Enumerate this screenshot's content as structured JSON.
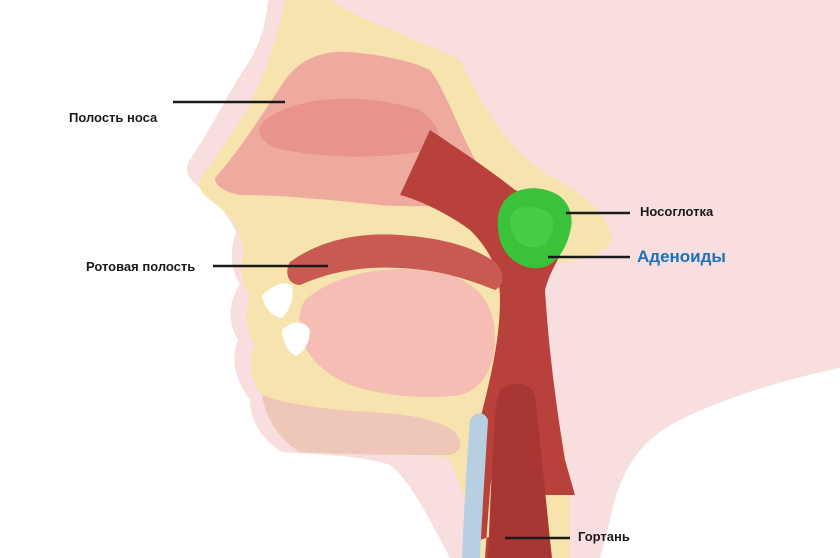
{
  "labels": {
    "nasal_cavity": "Полость носа",
    "oral_cavity": "Ротовая полость",
    "nasopharynx": "Носоглотка",
    "adenoids": "Аденоиды",
    "larynx": "Гортань"
  },
  "colors": {
    "skin": "#f8dede",
    "bone": "#f6e3ae",
    "mucosa": "#efaaa0",
    "tissue_dark": "#b9413c",
    "tongue": "#f6bdb5",
    "adenoids": "#39c23a",
    "highlight_text": "#1a73b8",
    "leader_line": "#1a1a1a"
  }
}
